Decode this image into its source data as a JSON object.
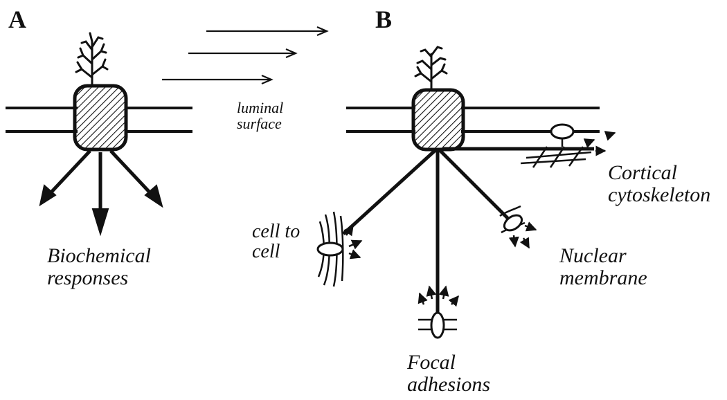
{
  "panels": {
    "a": "A",
    "b": "B"
  },
  "flow": {
    "line1": "luminal",
    "line2": "surface"
  },
  "panel_a": {
    "responses": {
      "line1": "Biochemical",
      "line2": "responses"
    }
  },
  "panel_b": {
    "cortical": {
      "line1": "Cortical",
      "line2": "cytoskeleton"
    },
    "cell_to_cell": {
      "line1": "cell to",
      "line2": "cell"
    },
    "nuclear": {
      "line1": "Nuclear",
      "line2": "membrane"
    },
    "focal": {
      "line1": "Focal",
      "line2": "adhesions"
    }
  }
}
